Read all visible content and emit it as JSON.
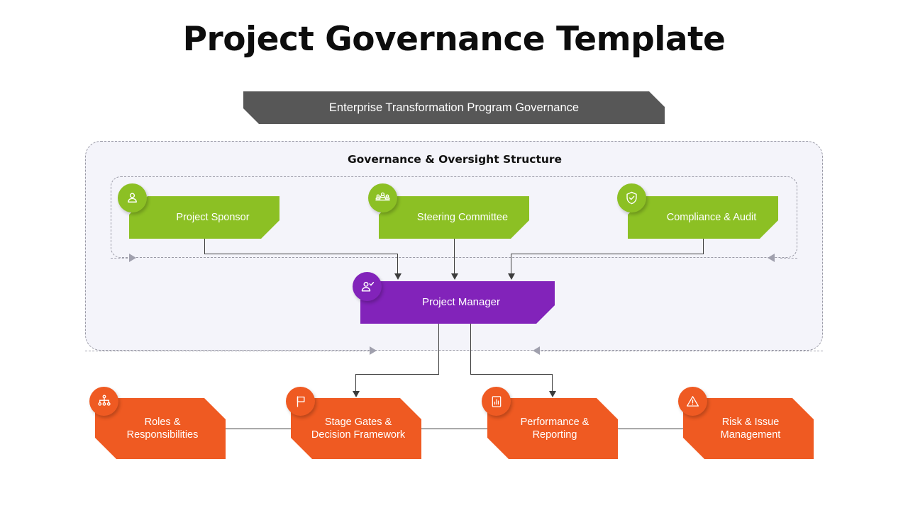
{
  "page": {
    "title": "Project Governance Template",
    "subtitle": "Enterprise Transformation Program Governance",
    "background_color": "#ffffff"
  },
  "colors": {
    "title_text": "#0d0d0d",
    "subtitle_banner": "#575757",
    "container_fill": "#f4f4fa",
    "container_border": "#9a9aa6",
    "tier1_green": "#8cc024",
    "tier2_purple": "#8223ba",
    "tier3_orange": "#ef5a22",
    "connector": "#3c3c3c",
    "dashed_arrow": "#a0a0ad"
  },
  "governance_container": {
    "header": "Governance & Oversight Structure"
  },
  "oversight_tier": {
    "nodes": [
      {
        "label": "Project Sponsor",
        "icon": "person-icon",
        "color": "#8cc024"
      },
      {
        "label": "Steering Committee",
        "icon": "committee-people-icon",
        "color": "#8cc024"
      },
      {
        "label": "Compliance & Audit",
        "icon": "shield-check-icon",
        "color": "#8cc024"
      }
    ]
  },
  "management_tier": {
    "nodes": [
      {
        "label": "Project Manager",
        "icon": "person-check-icon",
        "color": "#8223ba"
      }
    ]
  },
  "delivery_tier": {
    "nodes": [
      {
        "label": "Roles &\nResponsibilities",
        "line1": "Roles &",
        "line2": "Responsibilities",
        "icon": "org-chart-icon",
        "color": "#ef5a22"
      },
      {
        "label": "Stage Gates &\nDecision Framework",
        "line1": "Stage Gates &",
        "line2": "Decision Framework",
        "icon": "flag-icon",
        "color": "#ef5a22"
      },
      {
        "label": "Performance &\nReporting",
        "line1": "Performance &",
        "line2": "Reporting",
        "icon": "report-chart-icon",
        "color": "#ef5a22"
      },
      {
        "label": "Risk & Issue\nManagement",
        "line1": "Risk & Issue",
        "line2": "Management",
        "icon": "warning-triangle-icon",
        "color": "#ef5a22"
      }
    ]
  }
}
